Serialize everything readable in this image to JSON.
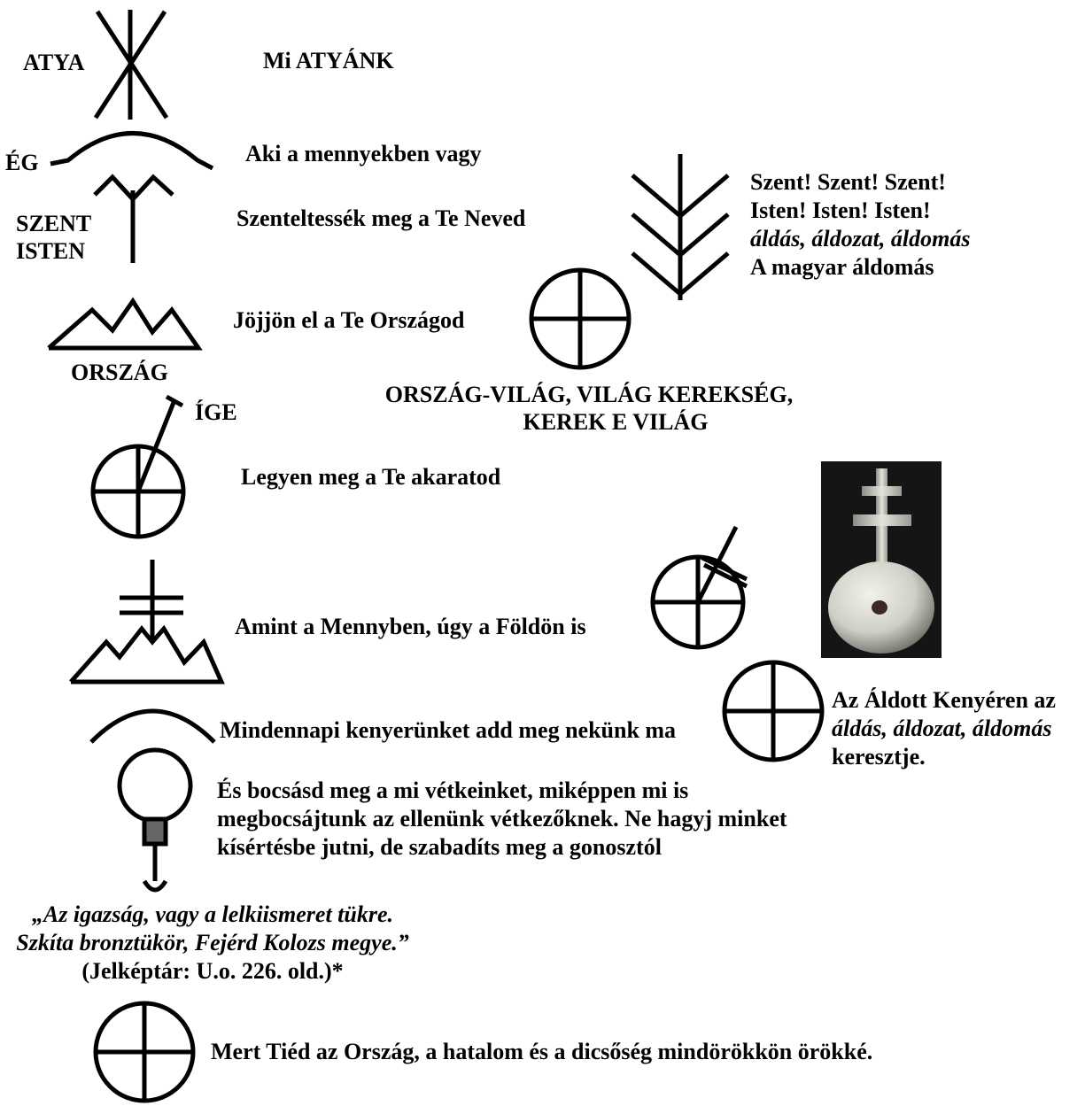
{
  "labels": {
    "atya": "ATYA",
    "eg": "ÉG",
    "szent": "SZENT",
    "isten": "ISTEN",
    "orszag": "ORSZÁG",
    "ige": "ÍGE"
  },
  "prayer": {
    "line1": "Mi ATYÁNK",
    "line2": "Aki a mennyekben vagy",
    "line3": "Szenteltessék meg a Te Neved",
    "line4": "Jöjjön el a Te Országod",
    "line5": "Legyen meg a Te akaratod",
    "line6": "Amint a Mennyben, úgy a Földön is",
    "line7": "Mindennapi kenyerünket add meg nekünk ma",
    "line8a": "És bocsásd meg a mi vétkeinket, miképpen mi is",
    "line8b": "megbocsájtunk az ellenünk vétkezőknek. Ne hagyj minket",
    "line8c": "kísértésbe jutni, de szabadíts meg a gonosztól",
    "line9": "Mert Tiéd az Ország, a hatalom és a dicsőség mindörökkön örökké."
  },
  "szent_block": {
    "l1": "Szent! Szent! Szent!",
    "l2": "Isten! Isten! Isten!",
    "l3": "áldás, áldozat, áldomás",
    "l4": "A magyar áldomás"
  },
  "orszag_vilag": {
    "l1": "ORSZÁG-VILÁG, VILÁG KEREKSÉG,",
    "l2": "KEREK E VILÁG"
  },
  "aldott": {
    "l1": "Az Áldott Kenyéren az",
    "l2": "áldás, áldozat, áldomás",
    "l3": "keresztje."
  },
  "mirror_caption": {
    "l1": "„Az igazság, vagy a lelkiismeret tükre.",
    "l2": "Szkíta bronztükör, Fejérd Kolozs megye.”",
    "l3": "(Jelképtár: U.o. 226. old.)*"
  },
  "icons": [
    "atya-rune-icon",
    "eg-arc-icon",
    "szent-rune-icon",
    "orszag-mountain-icon",
    "ige-circle-icon",
    "mennyben-cross-mountain-icon",
    "kenyer-arc-icon",
    "mirror-icon",
    "world-circle-cross-icon",
    "triple-chevron-rune-icon",
    "orb-with-cross-icon",
    "bread-cross-icon"
  ],
  "colors": {
    "ink": "#000000",
    "background": "#ffffff",
    "photo_bg": "#151515"
  }
}
